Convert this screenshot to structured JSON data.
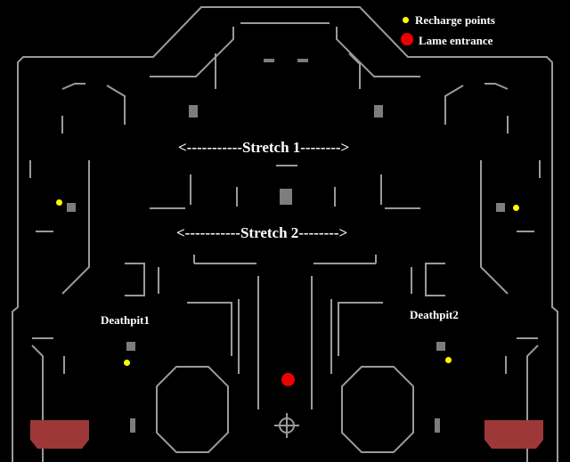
{
  "legend": {
    "recharge_label": "Recharge points",
    "entrance_label": "Lame entrance"
  },
  "labels": {
    "stretch1": "<-----------Stretch 1-------->",
    "stretch2": "<-----------Stretch 2-------->",
    "deathpit1": "Deathpit1",
    "deathpit2": "Deathpit2"
  },
  "colors": {
    "background": "#000000",
    "wall": "#9a9a9a",
    "recharge_point": "#ffff00",
    "lame_entrance": "#ee0000",
    "pit_fill": "#9e3838",
    "text": "#ffffff"
  },
  "markers": {
    "recharge_points": 4,
    "lame_entrances": 1,
    "death_pits": 2
  }
}
